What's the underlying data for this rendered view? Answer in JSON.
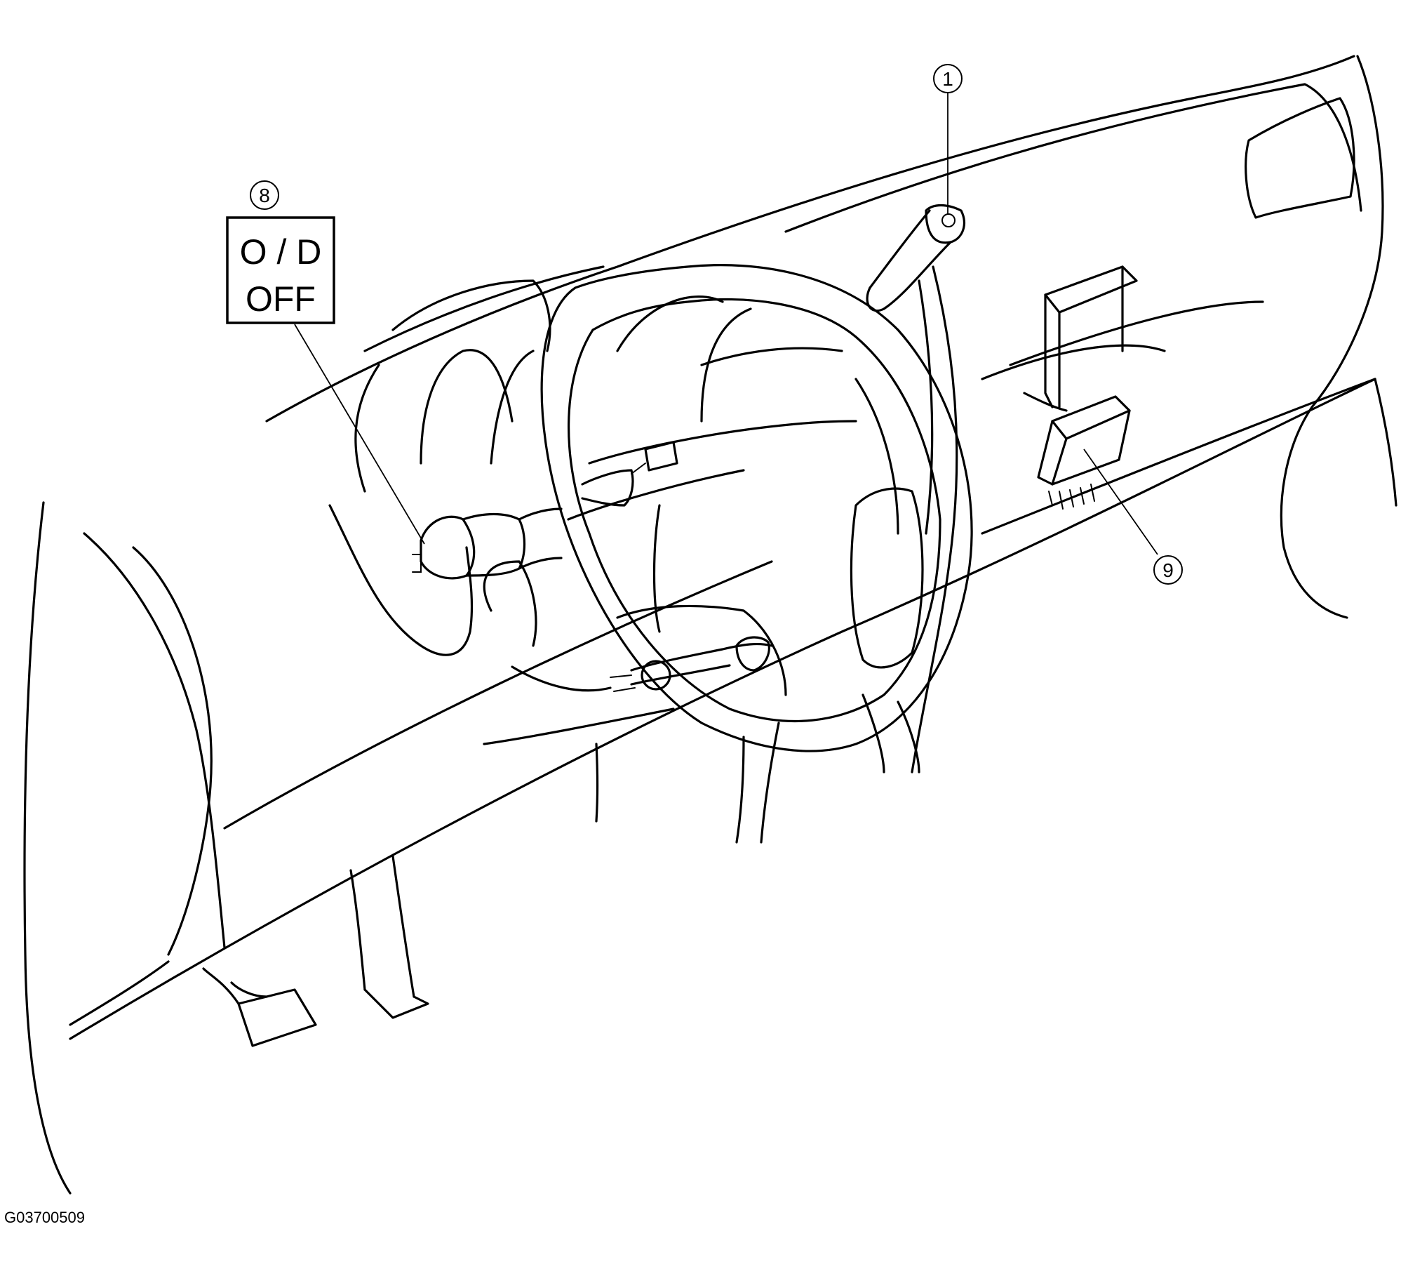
{
  "figure_code": "G03700509",
  "callouts": [
    {
      "id": "1",
      "label": "1",
      "part": "combination-switch-lever"
    },
    {
      "id": "8",
      "label": "8",
      "part": "od-off-switch"
    },
    {
      "id": "9",
      "label": "9",
      "part": "control-module-connector"
    }
  ],
  "od_off_indicator": {
    "line1": "O / D",
    "line2": "OFF"
  }
}
